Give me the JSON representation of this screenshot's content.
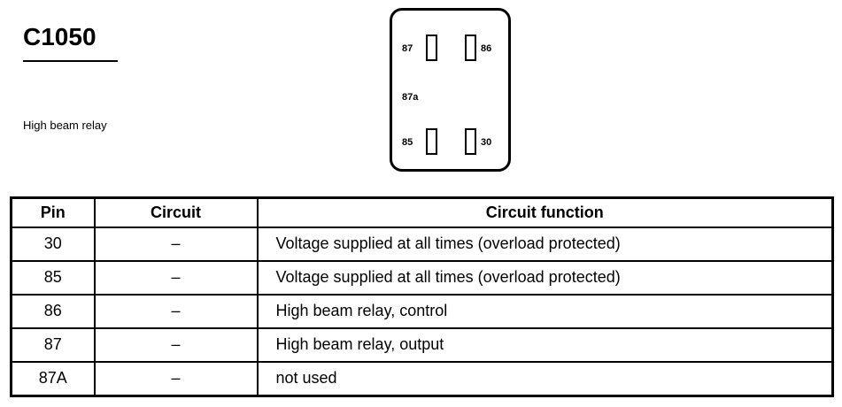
{
  "connector": {
    "id": "C1050",
    "description": "High beam relay"
  },
  "relay_diagram": {
    "pins": [
      "87",
      "86",
      "87a",
      "85",
      "30"
    ]
  },
  "table": {
    "headers": [
      "Pin",
      "Circuit",
      "Circuit function"
    ],
    "rows": [
      {
        "pin": "30",
        "circuit": "–",
        "function": "Voltage supplied at all times (overload protected)"
      },
      {
        "pin": "85",
        "circuit": "–",
        "function": "Voltage supplied at all times (overload protected)"
      },
      {
        "pin": "86",
        "circuit": "–",
        "function": "High beam relay, control"
      },
      {
        "pin": "87",
        "circuit": "–",
        "function": "High beam relay, output"
      },
      {
        "pin": "87A",
        "circuit": "–",
        "function": "not used"
      }
    ]
  }
}
